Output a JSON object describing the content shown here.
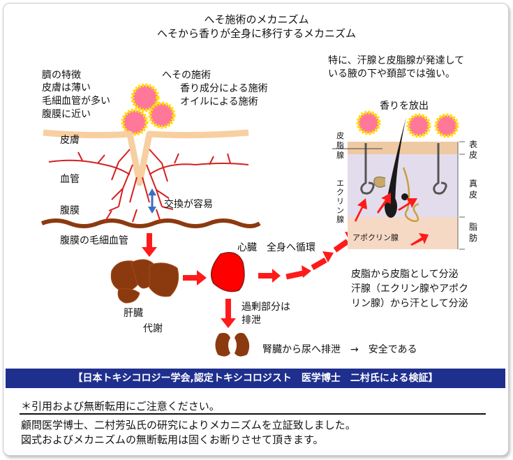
{
  "title": {
    "line1": "へそ施術のメカニズム",
    "line2": "へそから香りが全身に移行するメカニズム"
  },
  "navel_features": {
    "heading": "臍の特徴",
    "items": [
      "皮膚は薄い",
      "毛細血管が多い",
      "腹膜に近い"
    ]
  },
  "navel_treatment": {
    "heading": "へその施術",
    "items": [
      "香り成分による施術",
      "オイルによる施術"
    ]
  },
  "layers": {
    "skin": "皮膚",
    "vessel": "血管",
    "peritoneum": "腹膜",
    "peritoneum_capillary": "腹膜の毛細血管"
  },
  "exchange_label": "交換が容易",
  "liver": {
    "line1": "肝臓",
    "line2": "代謝"
  },
  "heart_label": "心臓　全身へ循環",
  "excess": {
    "line1": "過剰部分は",
    "line2": "排泄"
  },
  "kidney_label": "腎臓から尿へ排泄　→　安全である",
  "gland_note": {
    "line1": "特に、汗腺と皮脂腺が発達して",
    "line2": "いる腋の下や頚部では強い。"
  },
  "release_label": "香りを放出",
  "skin_diagram": {
    "sebaceous": [
      "皮",
      "脂",
      "腺"
    ],
    "eccrine": [
      "エ",
      "ク",
      "リ",
      "ン",
      "腺"
    ],
    "apocrine": "アポクリン腺",
    "epidermis": [
      "表",
      "皮"
    ],
    "dermis": [
      "真",
      "皮"
    ],
    "fat": [
      "脂",
      "肪"
    ]
  },
  "secretion": {
    "line1": "皮脂から皮脂として分泌",
    "line2": "汗腺（エクリン腺やアポク",
    "line3": "リン腺）から汗として分泌"
  },
  "banner": "【日本トキシコロジー学会,認定トキシコロジスト　医学博士　二村氏による検証】",
  "notice": "＊引用および無断転用にご注意ください。",
  "footer": {
    "line1": "顧問医学博士、二村芳弘氏の研究によりメカニズムを立証致しました。",
    "line2": "図式およびメカニズムの無断転用は固くお断りさせて頂きます。"
  },
  "colors": {
    "arrow": "#ff1a1a",
    "organ": "#8b3a0f",
    "heart": "#ff0000",
    "banner": "#1f2f8e",
    "aroma_blob": "#ff7799",
    "aroma_ring": "#ffe000",
    "skin_band": "#f7cfa0",
    "vessel": "#d42020",
    "exchange_arrow": "#3a6fc4"
  }
}
